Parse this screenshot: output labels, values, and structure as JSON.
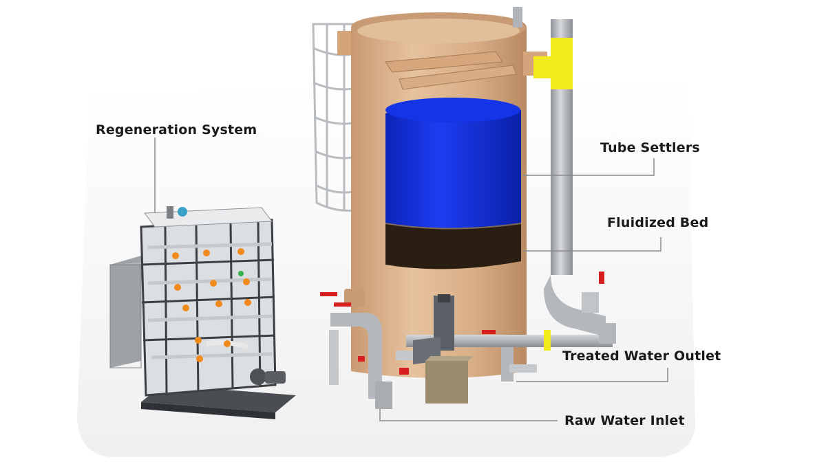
{
  "labels": {
    "regeneration": "Regeneration System",
    "tube_settlers": "Tube Settlers",
    "fluidized_bed": "Fluidized Bed",
    "treated_outlet": "Treated Water Outlet",
    "raw_inlet": "Raw Water Inlet"
  },
  "colors": {
    "tank_body": "#d9b08a",
    "water_blue": "#1533e0",
    "bed_dark": "#2a1d12",
    "pipe_grey": "#b9bcc0",
    "pipe_yellow": "#f2ea1c",
    "frame_dark": "#3b3f44",
    "valve_red": "#d81e1e",
    "valve_orange": "#f08a1a",
    "leader_line": "#8a8a8a"
  }
}
